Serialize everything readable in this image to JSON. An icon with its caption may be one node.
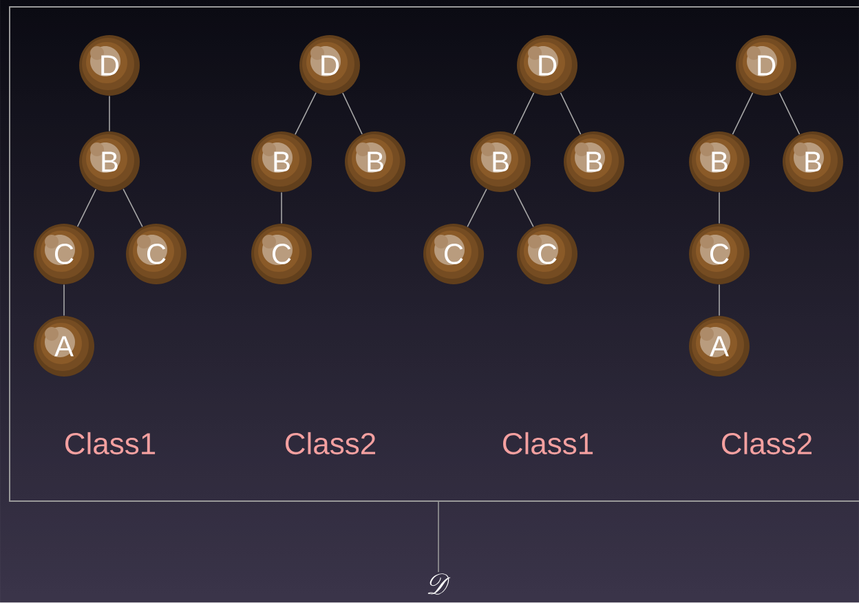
{
  "diagram": {
    "nodes": [
      {
        "text": [],
        "shape": "box"
      },
      {
        "text": [
          "D"
        ],
        "in": 0
      },
      {
        "text": [
          "B"
        ],
        "in": 0
      },
      {
        "text": [
          "C"
        ],
        "in": 0
      },
      {
        "text": [
          "C"
        ],
        "in": 0
      },
      {
        "text": [
          "A"
        ],
        "in": 0
      },
      {
        "text": [
          "D"
        ],
        "in": 0
      },
      {
        "text": [
          "B"
        ],
        "in": 0
      },
      {
        "text": [
          "B"
        ],
        "in": 0
      },
      {
        "text": [
          "C"
        ],
        "in": 0
      },
      {
        "text": [
          "D"
        ],
        "in": 0
      },
      {
        "text": [
          "B"
        ],
        "in": 0
      },
      {
        "text": [
          "B"
        ],
        "in": 0
      },
      {
        "text": [
          "C"
        ],
        "in": 0
      },
      {
        "text": [
          "C"
        ],
        "in": 0
      },
      {
        "text": [
          "D"
        ],
        "in": 0
      },
      {
        "text": [
          "B"
        ],
        "in": 0
      },
      {
        "text": [
          "B"
        ],
        "in": 0
      },
      {
        "text": [
          "C"
        ],
        "in": 0
      },
      {
        "text": [
          "A"
        ],
        "in": 0
      },
      {
        "text": [
          "\\mathscr{D}"
        ]
      }
    ],
    "edges": [
      {
        "from": 1,
        "to": 2,
        "arrow": "none"
      },
      {
        "from": 2,
        "to": 3,
        "arrow": "none"
      },
      {
        "from": 2,
        "to": 4,
        "arrow": "none"
      },
      {
        "from": 3,
        "to": 5,
        "arrow": "none"
      },
      {
        "from": 6,
        "to": 7,
        "arrow": "none"
      },
      {
        "from": 6,
        "to": 8,
        "arrow": "none"
      },
      {
        "from": 7,
        "to": 9,
        "arrow": "none"
      },
      {
        "from": 10,
        "to": 11,
        "arrow": "none"
      },
      {
        "from": 10,
        "to": 12,
        "arrow": "none"
      },
      {
        "from": 11,
        "to": 13,
        "arrow": "none"
      },
      {
        "from": 11,
        "to": 14,
        "arrow": "none"
      },
      {
        "from": 15,
        "to": 16,
        "arrow": "none"
      },
      {
        "from": 15,
        "to": 17,
        "arrow": "none"
      },
      {
        "from": 16,
        "to": 18,
        "arrow": "none"
      },
      {
        "from": 18,
        "to": 19,
        "arrow": "none"
      },
      {
        "from": 0,
        "to": 20,
        "arrow": "none"
      }
    ],
    "labels": [
      "Class1",
      "Class2",
      "Class1",
      "Class2"
    ]
  }
}
